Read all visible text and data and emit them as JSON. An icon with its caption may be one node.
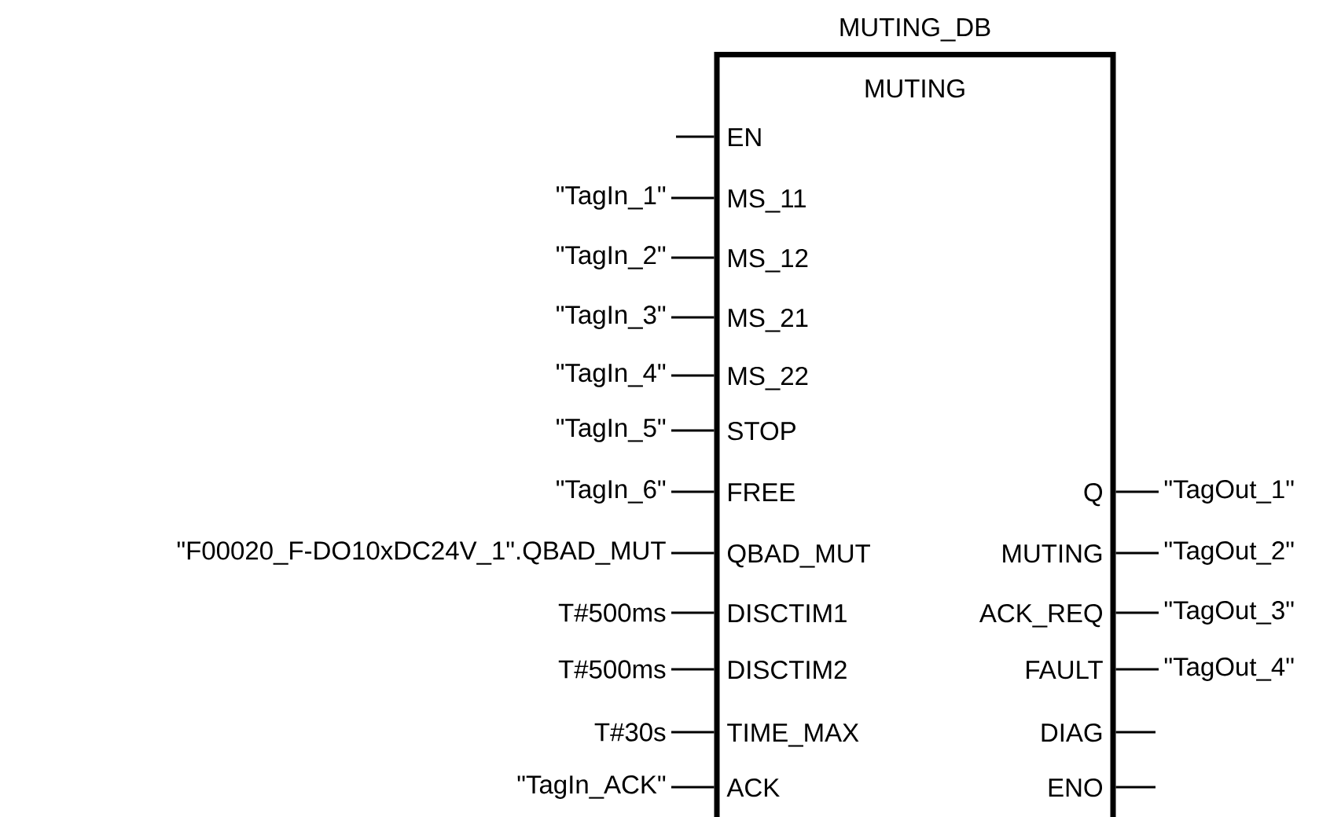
{
  "diagram": {
    "nodes": [
      {
        "text": [
          "MUTING_DB",
          "MUTING"
        ]
      },
      {
        "text": [
          "\"TagIn_1\""
        ]
      },
      {
        "text": [
          "\"TagIn_2\""
        ]
      },
      {
        "text": [
          "\"TagIn_3\""
        ]
      },
      {
        "text": [
          "\"TagIn_4\""
        ]
      },
      {
        "text": [
          "\"TagIn_5\""
        ]
      },
      {
        "text": [
          "\"TagIn_6\""
        ]
      },
      {
        "text": [
          "\"F00020_F-DO10xDC24V_1\".QBAD_MUT"
        ]
      },
      {
        "text": [
          "T#500ms"
        ]
      },
      {
        "text": [
          "T#500ms"
        ]
      },
      {
        "text": [
          "T#30s"
        ]
      },
      {
        "text": [
          "\"TagIn_ACK\""
        ]
      },
      {
        "text": [
          "\"TagOut_1\""
        ]
      },
      {
        "text": [
          "\"TagOut_2\""
        ]
      },
      {
        "text": [
          "\"TagOut_3\""
        ]
      },
      {
        "text": [
          "\"TagOut_4\""
        ]
      }
    ],
    "edges": [
      {
        "from": null,
        "to": 0,
        "arrow": "none"
      },
      {
        "from": 1,
        "to": 0,
        "arrow": "none"
      },
      {
        "from": 2,
        "to": 0,
        "arrow": "none"
      },
      {
        "from": 3,
        "to": 0,
        "arrow": "none"
      },
      {
        "from": 4,
        "to": 0,
        "arrow": "none"
      },
      {
        "from": 5,
        "to": 0,
        "arrow": "none"
      },
      {
        "from": 6,
        "to": 0,
        "arrow": "none"
      },
      {
        "from": 7,
        "to": 0,
        "arrow": "none"
      },
      {
        "from": 8,
        "to": 0,
        "arrow": "none"
      },
      {
        "from": 9,
        "to": 0,
        "arrow": "none"
      },
      {
        "from": 10,
        "to": 0,
        "arrow": "none"
      },
      {
        "from": 11,
        "to": 0,
        "arrow": "none"
      },
      {
        "from": 0,
        "to": 12,
        "arrow": "none"
      },
      {
        "from": 0,
        "to": 13,
        "arrow": "none"
      },
      {
        "from": 0,
        "to": 14,
        "arrow": "none"
      },
      {
        "from": 0,
        "to": 15,
        "arrow": "none"
      },
      {
        "from": 0,
        "to": null,
        "arrow": "none"
      },
      {
        "from": 0,
        "to": null,
        "arrow": "none"
      }
    ],
    "labels": [
      "EN",
      "MS_11",
      "MS_12",
      "MS_21",
      "MS_22",
      "STOP",
      "FREE",
      "Q",
      "QBAD_MUT",
      "MUTING",
      "DISCTIM1",
      "ACK_REQ",
      "DISCTIM2",
      "FAULT",
      "TIME_MAX",
      "DIAG",
      "ACK",
      "ENO"
    ]
  }
}
